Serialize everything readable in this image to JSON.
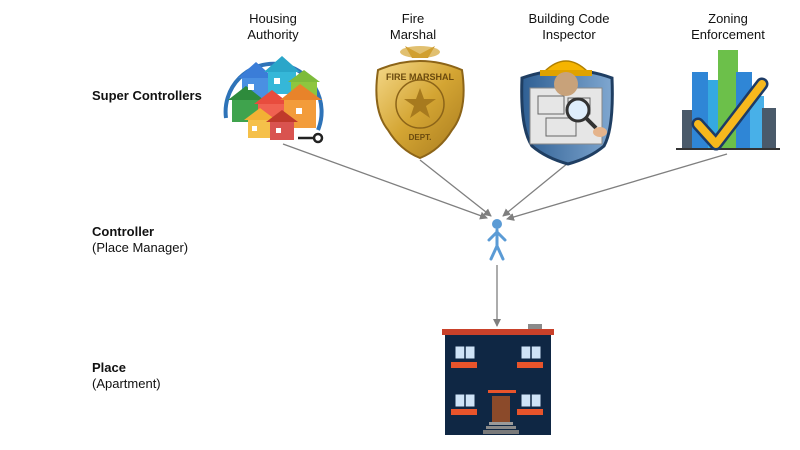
{
  "rows": {
    "super": {
      "title": "Super Controllers"
    },
    "controller": {
      "title": "Controller",
      "subtitle": "(Place Manager)"
    },
    "place": {
      "title": "Place",
      "subtitle": "(Apartment)"
    }
  },
  "super_controllers": [
    {
      "line1": "Housing",
      "line2": "Authority",
      "icon": "houses-icon"
    },
    {
      "line1": "Fire",
      "line2": "Marshal",
      "icon": "fire-marshal-badge-icon"
    },
    {
      "line1": "Building Code",
      "line2": "Inspector",
      "icon": "inspector-shield-icon"
    },
    {
      "line1": "Zoning",
      "line2": "Enforcement",
      "icon": "city-checkmark-icon"
    }
  ],
  "badge": {
    "arc_text": "FIRE MARSHAL",
    "bottom_text": "DEPT."
  },
  "colors": {
    "arrow": "#7f7f7f",
    "person": "#5b9bd5",
    "building": "#0f2744",
    "roof": "#c9412a",
    "balcony": "#e8542b",
    "gold": "#d4a533"
  }
}
